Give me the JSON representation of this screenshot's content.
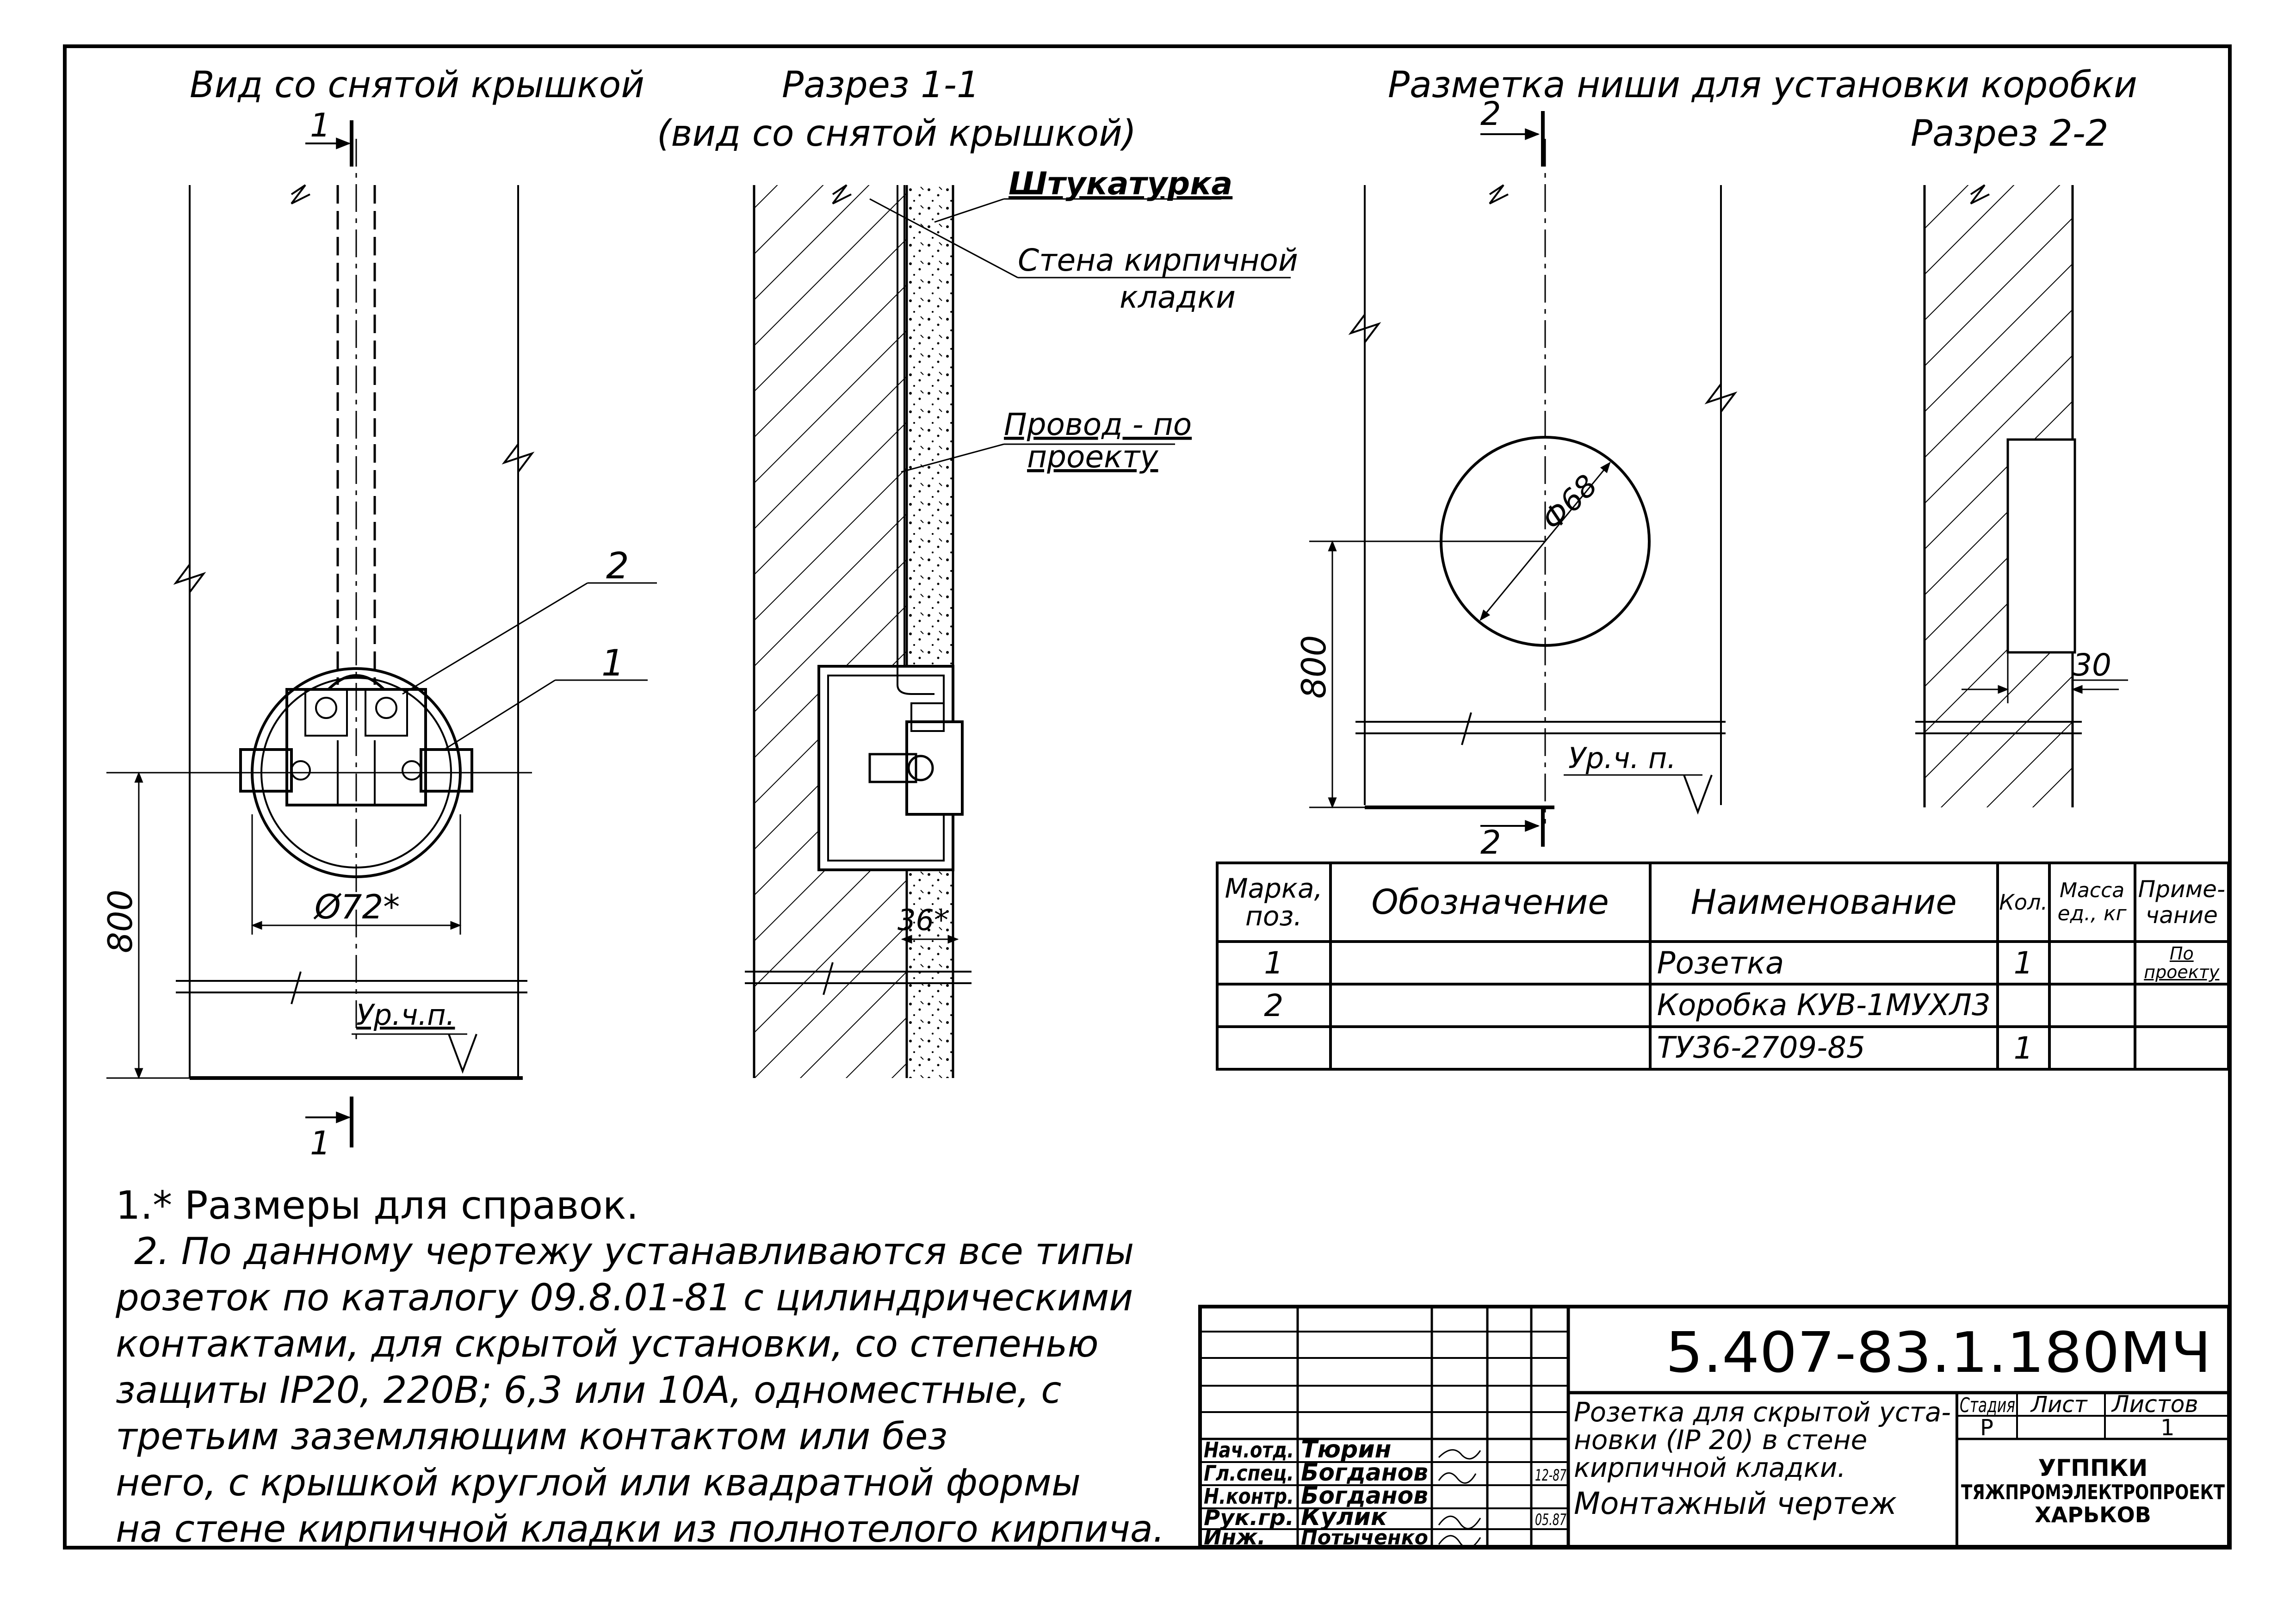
{
  "drawing": {
    "title_front": "Вид со снятой крышкой",
    "title_section_1": "Разрез 1-1",
    "title_section_1_sub": "(вид со снятой крышкой)",
    "title_niche": "Разметка ниши для установки коробки",
    "title_section_2": "Разрез 2-2",
    "section_mark_1": "1",
    "section_mark_2": "2",
    "callout_1": "1",
    "callout_2": "2",
    "dim_diameter_72": "Ø72*",
    "dim_height_800_front": "800",
    "floor_level": "Ур.ч.п.",
    "label_plaster": "Штукатурка",
    "label_brick_wall_1": "Стена кирпичной",
    "label_brick_wall_2": "кладки",
    "label_wire_1": "Провод - по",
    "label_wire_2": "проекту",
    "dim_36": "36*",
    "dim_diameter_68": "Ф68",
    "dim_height_800_niche": "800",
    "floor_level_2": "Ур.ч. п.",
    "dim_30": "30"
  },
  "spec_table": {
    "headers": {
      "mark": "Марка, поз.",
      "designation": "Обозначение",
      "name": "Наименование",
      "qty": "Кол.",
      "mass": "Масса ед., кг",
      "note": "Приме- чание"
    },
    "rows": [
      {
        "mark": "1",
        "designation": "",
        "name": "Розетка",
        "qty": "1",
        "mass": "",
        "note": "По проекту"
      },
      {
        "mark": "2",
        "designation": "",
        "name": "Коробка КУВ-1МУХЛ3",
        "qty": "",
        "mass": "",
        "note": ""
      },
      {
        "mark": "",
        "designation": "",
        "name": "ТУ36-2709-85",
        "qty": "1",
        "mass": "",
        "note": ""
      }
    ]
  },
  "notes": [
    "1.* Размеры для справок.",
    "2. По данному чертежу устанавливаются все типы",
    "розеток по каталогу 09.8.01-81 с цилиндрическими",
    "контактами, для скрытой установки, со степенью",
    "защиты IP20, 220В; 6,3 или 10А, одноместные, с",
    "третьим заземляющим контактом или без",
    "него, с крышкой круглой или квадратной формы",
    "на стене кирпичной кладки из полнотелого кирпича."
  ],
  "title_block": {
    "doc_code": "5.407-83.1.180МЧ",
    "roles": [
      {
        "role": "Нач.отд.",
        "name": "Тюрин",
        "date": ""
      },
      {
        "role": "Гл.спец.",
        "name": "Богданов",
        "date": "12-87"
      },
      {
        "role": "Н.контр.",
        "name": "Богданов",
        "date": ""
      },
      {
        "role": "Рук.гр.",
        "name": "Кулик",
        "date": "05.87"
      },
      {
        "role": "Инж.",
        "name": "Потыченко",
        "date": ""
      }
    ],
    "description_lines": [
      "Розетка для скрытой уста-",
      "новки (IP 20) в стене",
      "кирпичной кладки.",
      "Монтажный чертеж"
    ],
    "stage_label": "Стадия",
    "sheet_label": "Лист",
    "sheets_label": "Листов",
    "stage_value": "Р",
    "sheet_value": "",
    "sheets_value": "1",
    "org_lines": [
      "УГППКИ",
      "ТЯЖПРОМЭЛЕКТРОПРОЕКТ",
      "ХАРЬКОВ"
    ]
  }
}
